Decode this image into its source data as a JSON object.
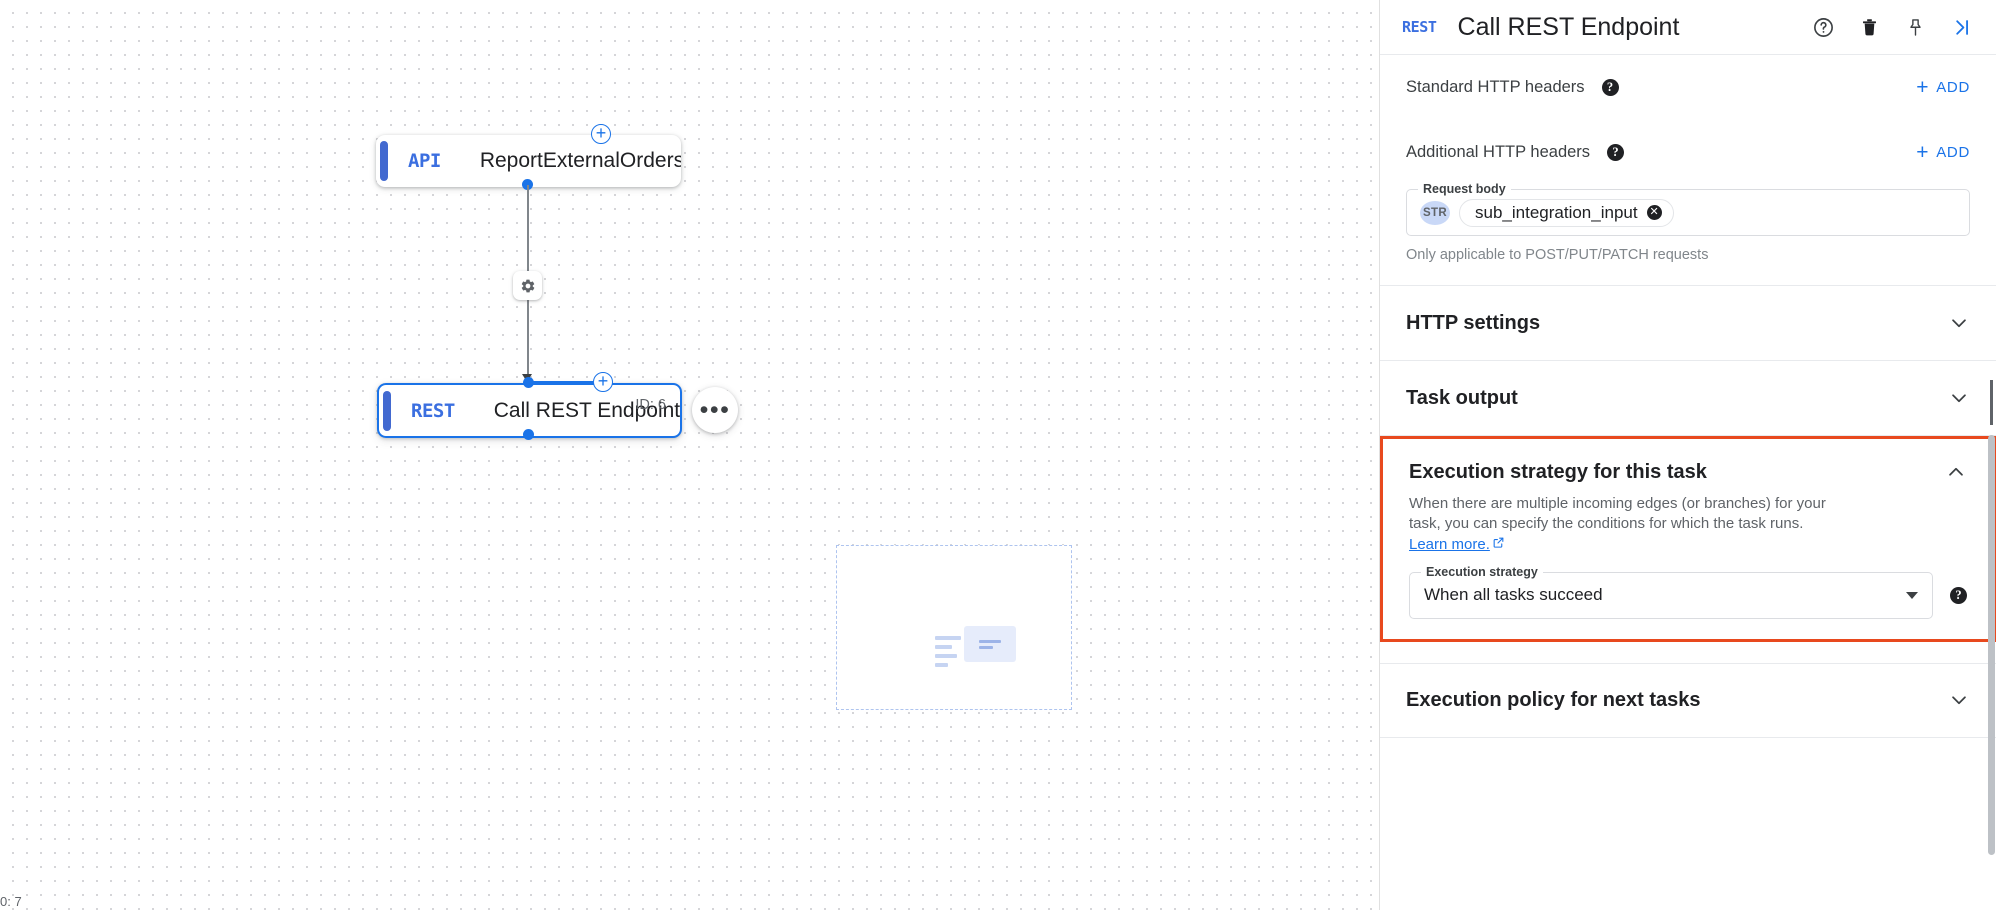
{
  "canvas": {
    "zoom_label": "0: 7",
    "nodes": [
      {
        "type": "API",
        "title": "ReportExternalOrders",
        "id_badge": ""
      },
      {
        "type": "REST",
        "title": "Call REST Endpoint",
        "id_badge": "ID: 6"
      }
    ],
    "edge_gear_icon": "gear-icon",
    "more_menu_label": "•••",
    "add_node_label": "+"
  },
  "panel": {
    "header": {
      "type_badge": "REST",
      "title": "Call REST Endpoint",
      "icons": [
        "help-circle-icon",
        "trash-icon",
        "pin-icon",
        "collapse-panel-icon"
      ]
    },
    "standard_headers": {
      "label": "Standard HTTP headers",
      "add_label": "ADD"
    },
    "additional_headers": {
      "label": "Additional HTTP headers",
      "add_label": "ADD"
    },
    "request_body": {
      "legend": "Request body",
      "chip_type": "STR",
      "chip_value": "sub_integration_input",
      "hint": "Only applicable to POST/PUT/PATCH requests"
    },
    "sections": [
      {
        "title": "HTTP settings",
        "expanded": false
      },
      {
        "title": "Task output",
        "expanded": false
      }
    ],
    "execution_strategy": {
      "title": "Execution strategy for this task",
      "description_line1": "When there are multiple incoming edges (or branches) for your task,",
      "description_line2": "you can specify the conditions for which the task runs.",
      "learn_more": "Learn more.",
      "field_label": "Execution strategy",
      "field_value": "When all tasks succeed",
      "highlight_color": "#e8491e"
    },
    "execution_policy": {
      "title": "Execution policy for next tasks",
      "expanded": false
    }
  },
  "colors": {
    "accent_blue": "#1a73e8",
    "node_bar": "#4269d0",
    "highlight": "#e8491e",
    "chip_bg": "#c9d8f7"
  }
}
